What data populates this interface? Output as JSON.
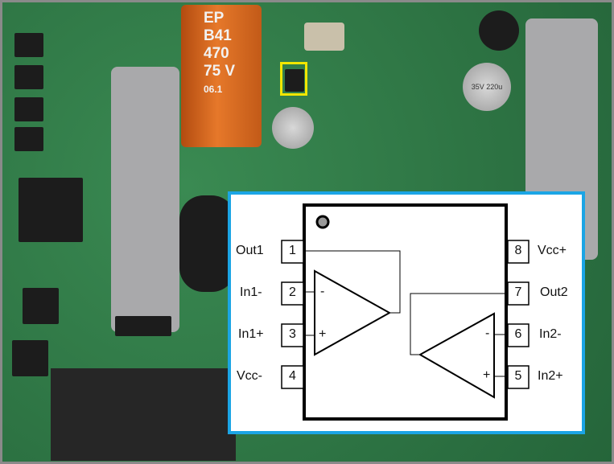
{
  "photo": {
    "capacitor_large_label": [
      "EP",
      "B41",
      "470",
      "75 V",
      "06.1"
    ],
    "capacitor_small_label": "35V 220u",
    "highlight_color": "#f2e600"
  },
  "diagram": {
    "border_color": "#1ba5e5",
    "left_pins": [
      {
        "number": "1",
        "label": "Out1"
      },
      {
        "number": "2",
        "label": "In1-"
      },
      {
        "number": "3",
        "label": "In1+"
      },
      {
        "number": "4",
        "label": "Vcc-"
      }
    ],
    "right_pins": [
      {
        "number": "8",
        "label": "Vcc+"
      },
      {
        "number": "7",
        "label": "Out2"
      },
      {
        "number": "6",
        "label": "In2-"
      },
      {
        "number": "5",
        "label": "In2+"
      }
    ],
    "amp1": {
      "minus": "-",
      "plus": "+"
    },
    "amp2": {
      "minus": "-",
      "plus": "+"
    }
  }
}
